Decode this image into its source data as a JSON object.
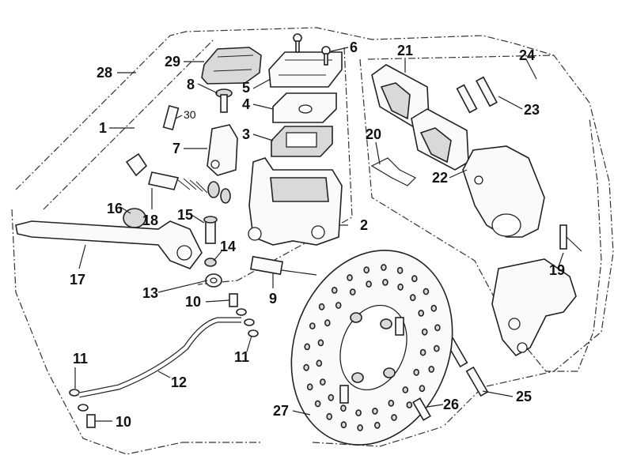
{
  "callouts": [
    {
      "id": "c1",
      "text": "1"
    },
    {
      "id": "c2",
      "text": "2"
    },
    {
      "id": "c3",
      "text": "3"
    },
    {
      "id": "c4",
      "text": "4"
    },
    {
      "id": "c5",
      "text": "5"
    },
    {
      "id": "c6",
      "text": "6"
    },
    {
      "id": "c7",
      "text": "7"
    },
    {
      "id": "c8",
      "text": "8"
    },
    {
      "id": "c9",
      "text": "9"
    },
    {
      "id": "c10a",
      "text": "10"
    },
    {
      "id": "c10b",
      "text": "10"
    },
    {
      "id": "c11a",
      "text": "11"
    },
    {
      "id": "c11b",
      "text": "11"
    },
    {
      "id": "c12",
      "text": "12"
    },
    {
      "id": "c13",
      "text": "13"
    },
    {
      "id": "c14",
      "text": "14"
    },
    {
      "id": "c15",
      "text": "15"
    },
    {
      "id": "c16",
      "text": "16"
    },
    {
      "id": "c17",
      "text": "17"
    },
    {
      "id": "c18",
      "text": "18"
    },
    {
      "id": "c19",
      "text": "19"
    },
    {
      "id": "c20",
      "text": "20"
    },
    {
      "id": "c21",
      "text": "21"
    },
    {
      "id": "c22",
      "text": "22"
    },
    {
      "id": "c23",
      "text": "23"
    },
    {
      "id": "c24",
      "text": "24"
    },
    {
      "id": "c25",
      "text": "25"
    },
    {
      "id": "c26",
      "text": "26"
    },
    {
      "id": "c27",
      "text": "27"
    },
    {
      "id": "c28",
      "text": "28"
    },
    {
      "id": "c29",
      "text": "29"
    },
    {
      "id": "c30",
      "text": "30"
    }
  ]
}
